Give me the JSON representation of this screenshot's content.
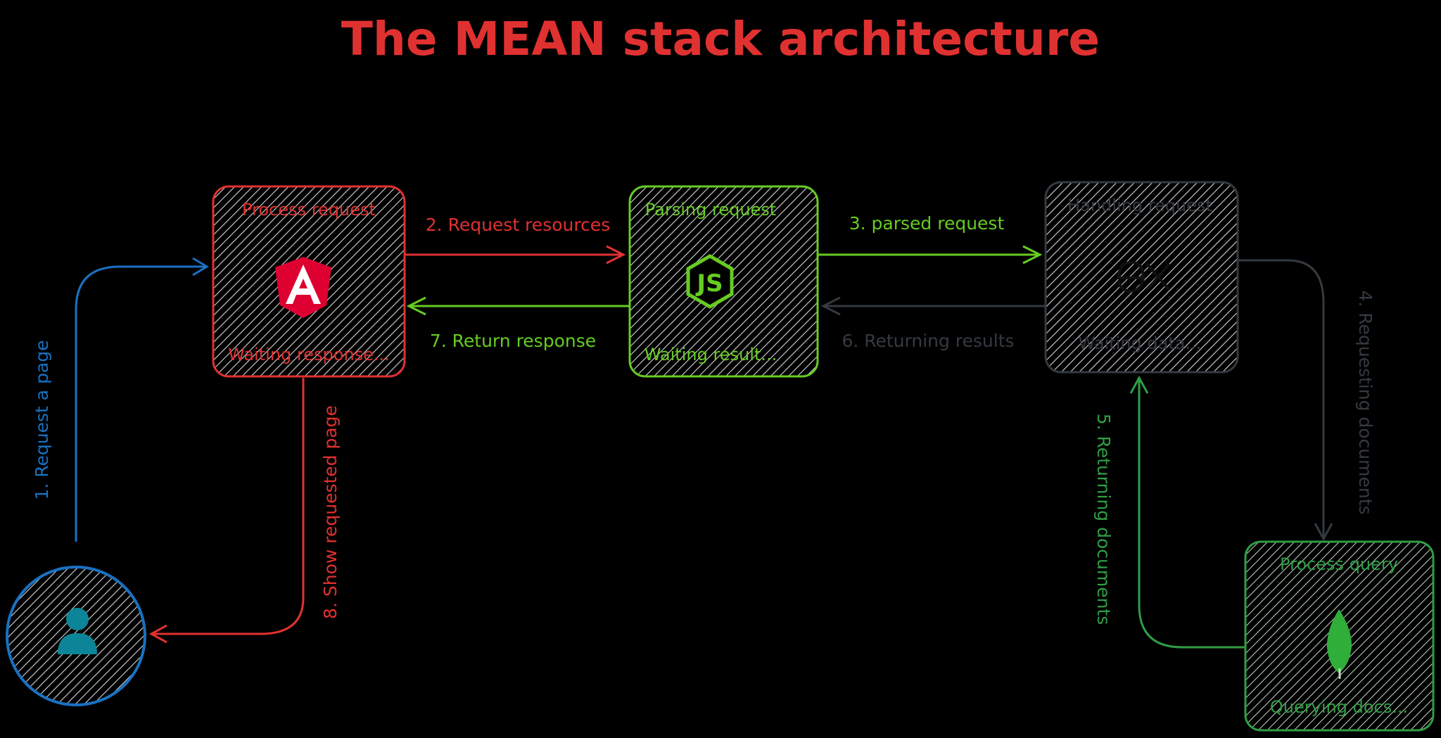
{
  "title": "The MEAN stack architecture",
  "colors": {
    "red": "#e03131",
    "lime": "#66cc22",
    "green": "#2f9e44",
    "grey": "#343a40",
    "blue": "#1971c2",
    "teal": "#0c8599"
  },
  "nodes": {
    "user": {
      "icon": "user-icon"
    },
    "angular": {
      "top": "Process request",
      "bottom": "Waiting response...",
      "icon": "angular-logo"
    },
    "node": {
      "top": "Parsing request",
      "bottom": "Waiting result...",
      "icon": "nodejs-logo"
    },
    "express": {
      "top": "Handling request",
      "bottom": "Waiting data...",
      "icon": "express-logo"
    },
    "mongo": {
      "top": "Process query",
      "bottom": "Querying docs...",
      "icon": "mongodb-leaf-logo"
    }
  },
  "edges": [
    {
      "label": "1. Request a page"
    },
    {
      "label": "2. Request resources"
    },
    {
      "label": "3. parsed request"
    },
    {
      "label": "4. Requesting documents"
    },
    {
      "label": "5. Returning documents"
    },
    {
      "label": "6. Returning results"
    },
    {
      "label": "7. Return response"
    },
    {
      "label": "8. Show requested page"
    }
  ]
}
